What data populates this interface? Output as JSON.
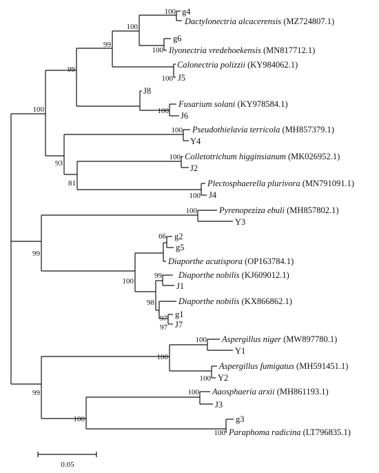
{
  "figure": {
    "scale_bar_label": "0.05",
    "taxa": [
      {
        "id": "g4",
        "species": "",
        "accession": ""
      },
      {
        "id": "dacty",
        "species": "Dactylonectria alcacerensis",
        "accession": "(MZ724807.1)"
      },
      {
        "id": "g6",
        "species": "",
        "accession": ""
      },
      {
        "id": "ilyo",
        "species": "Ilyonectria vredehoekensis",
        "accession": "(MN817712.1)"
      },
      {
        "id": "calo",
        "species": "Calonectria polizzii",
        "accession": "(KY984062.1)"
      },
      {
        "id": "J5",
        "species": "",
        "accession": ""
      },
      {
        "id": "J8",
        "species": "",
        "accession": ""
      },
      {
        "id": "fusa",
        "species": "Fusarium solani",
        "accession": "(KY978584.1)"
      },
      {
        "id": "J6",
        "species": "",
        "accession": ""
      },
      {
        "id": "pseu",
        "species": "Pseudothielavia terricola",
        "accession": "(MH857379.1)"
      },
      {
        "id": "Y4",
        "species": "",
        "accession": ""
      },
      {
        "id": "coll",
        "species": "Colletotrichum higginsianum",
        "accession": "(MK026952.1)"
      },
      {
        "id": "J2",
        "species": "",
        "accession": ""
      },
      {
        "id": "plec",
        "species": "Plectosphaerella plurivora",
        "accession": "(MN791091.1)"
      },
      {
        "id": "J4",
        "species": "",
        "accession": ""
      },
      {
        "id": "pyre",
        "species": "Pyrenopeziza ebuli",
        "accession": "(MH857802.1)"
      },
      {
        "id": "Y3",
        "species": "",
        "accession": ""
      },
      {
        "id": "g2",
        "species": "",
        "accession": ""
      },
      {
        "id": "g5",
        "species": "",
        "accession": ""
      },
      {
        "id": "diac",
        "species": "Diaporthe acutispora",
        "accession": "(OP163784.1)"
      },
      {
        "id": "dian1",
        "species": "Diaporthe nobilis",
        "accession": "(KJ609012.1)"
      },
      {
        "id": "J1",
        "species": "",
        "accession": ""
      },
      {
        "id": "dian2",
        "species": "Diaporthe nobilis",
        "accession": "(KX866862.1)"
      },
      {
        "id": "g1",
        "species": "",
        "accession": ""
      },
      {
        "id": "J7",
        "species": "",
        "accession": ""
      },
      {
        "id": "aspn",
        "species": "Aspergillus niger",
        "accession": "(MW897780.1)"
      },
      {
        "id": "Y1",
        "species": "",
        "accession": ""
      },
      {
        "id": "aspf",
        "species": "Aspergillus fumigatus",
        "accession": "(MH591451.1)"
      },
      {
        "id": "Y2",
        "species": "",
        "accession": ""
      },
      {
        "id": "aaos",
        "species": "Aaosphaeria arxii",
        "accession": "(MH861193.1)"
      },
      {
        "id": "J3",
        "species": "",
        "accession": ""
      },
      {
        "id": "g3",
        "species": "",
        "accession": ""
      },
      {
        "id": "para",
        "species": "Paraphoma radicina",
        "accession": "(LT796835.1)"
      }
    ],
    "support": [
      {
        "id": "n_g4",
        "value": "100"
      },
      {
        "id": "n_nect1",
        "value": "100"
      },
      {
        "id": "n_ilyo",
        "value": "100"
      },
      {
        "id": "n_nect2",
        "value": "99"
      },
      {
        "id": "n_calo",
        "value": "100"
      },
      {
        "id": "n_hypo",
        "value": "99"
      },
      {
        "id": "n_fusa",
        "value": "100"
      },
      {
        "id": "n_sord",
        "value": "100"
      },
      {
        "id": "n_pseu",
        "value": "100"
      },
      {
        "id": "n_other",
        "value": "93"
      },
      {
        "id": "n_coll",
        "value": "100"
      },
      {
        "id": "n_cp",
        "value": "81"
      },
      {
        "id": "n_plec",
        "value": "100"
      },
      {
        "id": "n_pyre",
        "value": "100"
      },
      {
        "id": "n_mid",
        "value": "99"
      },
      {
        "id": "n_g2g5",
        "value": "66"
      },
      {
        "id": "n_diap",
        "value": "100"
      },
      {
        "id": "n_dian1",
        "value": "99"
      },
      {
        "id": "n_diapb",
        "value": "98"
      },
      {
        "id": "n_g1",
        "value": "97"
      },
      {
        "id": "n_g1j7",
        "value": "97"
      },
      {
        "id": "n_aspn",
        "value": "100"
      },
      {
        "id": "n_asp",
        "value": "100"
      },
      {
        "id": "n_aspf",
        "value": "100"
      },
      {
        "id": "n_bot",
        "value": "99"
      },
      {
        "id": "n_aaos",
        "value": "100"
      },
      {
        "id": "n_pleo",
        "value": "100"
      },
      {
        "id": "n_para",
        "value": "100"
      }
    ]
  }
}
